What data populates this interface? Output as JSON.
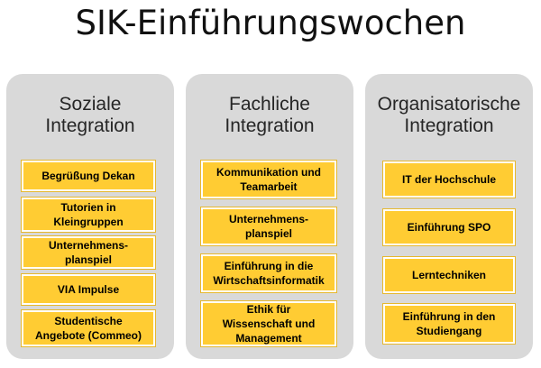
{
  "title": "SIK-Einführungswochen",
  "colors": {
    "panel": "#d9d9d9",
    "box": "#ffcc33",
    "title_text": "#111111"
  },
  "columns": [
    {
      "title_lines": [
        "Soziale",
        "Integration"
      ],
      "items": [
        {
          "lines": [
            "Begrüßung Dekan"
          ]
        },
        {
          "lines": [
            "Tutorien in",
            "Kleingruppen"
          ]
        },
        {
          "lines": [
            "Unternehmens-",
            "planspiel"
          ]
        },
        {
          "lines": [
            "VIA Impulse"
          ]
        },
        {
          "lines": [
            "Studentische",
            "Angebote (Commeo)"
          ]
        }
      ]
    },
    {
      "title_lines": [
        "Fachliche",
        "Integration"
      ],
      "items": [
        {
          "lines": [
            "Kommunikation und",
            "Teamarbeit"
          ]
        },
        {
          "lines": [
            "Unternehmens-",
            "planspiel"
          ]
        },
        {
          "lines": [
            "Einführung in die",
            "Wirtschaftsinformatik"
          ]
        },
        {
          "lines": [
            "Ethik für",
            "Wissenschaft und",
            "Management"
          ]
        }
      ]
    },
    {
      "title_lines": [
        "Organisatorische",
        "Integration"
      ],
      "items": [
        {
          "lines": [
            "IT der Hochschule"
          ]
        },
        {
          "lines": [
            "Einführung SPO"
          ]
        },
        {
          "lines": [
            "Lerntechniken"
          ]
        },
        {
          "lines": [
            "Einführung in den",
            "Studiengang"
          ]
        }
      ]
    }
  ]
}
